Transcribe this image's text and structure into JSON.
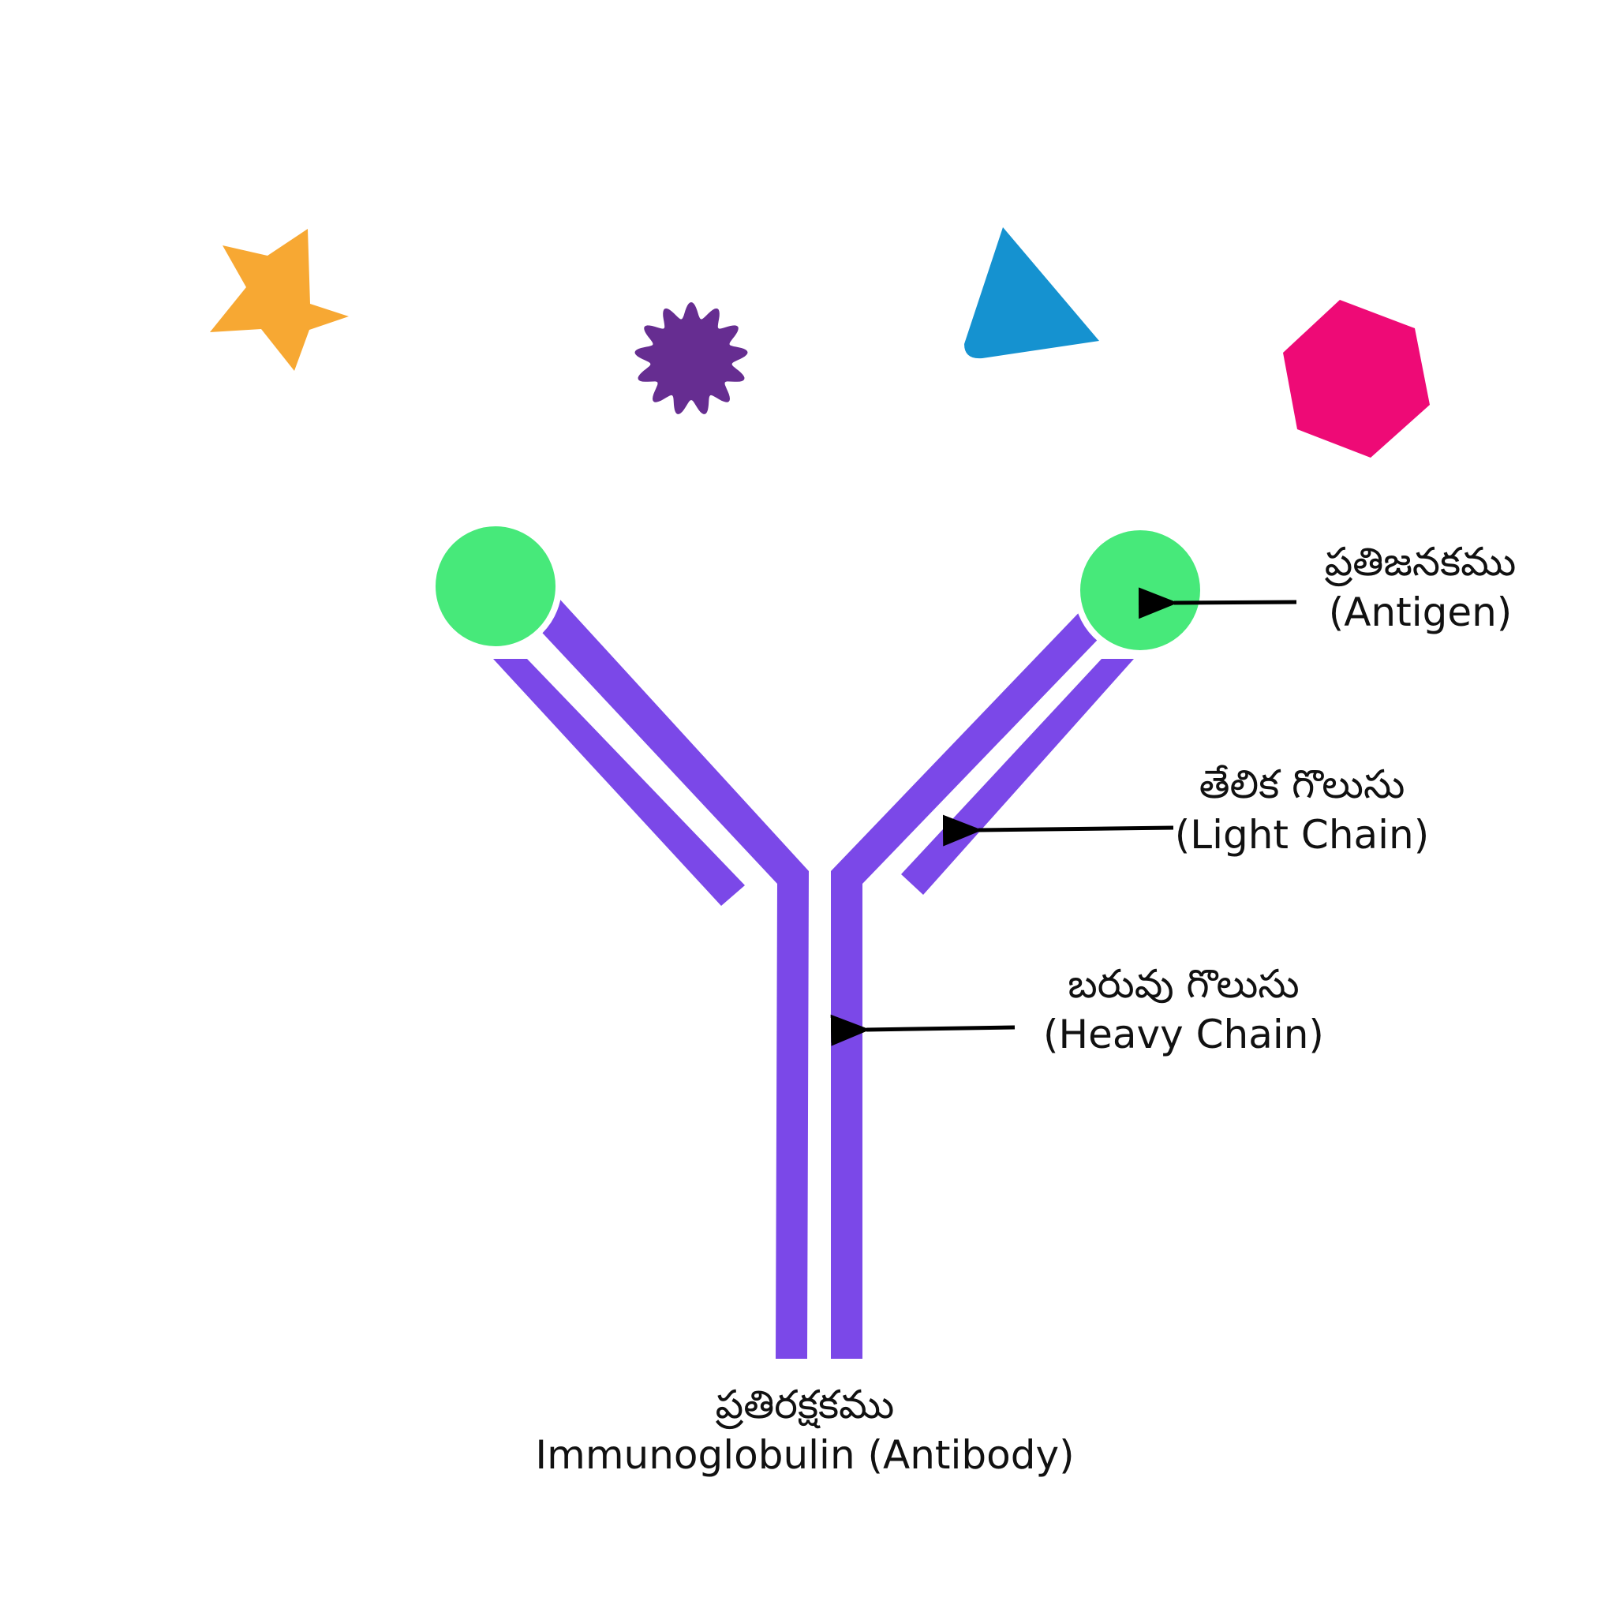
{
  "labels": {
    "antigen": {
      "telugu": "ప్రతిజనకము",
      "english": "(Antigen)"
    },
    "light_chain": {
      "telugu": "తేలిక గొలుసు",
      "english": "(Light Chain)"
    },
    "heavy_chain": {
      "telugu": "బరువు గొలుసు",
      "english": "(Heavy Chain)"
    },
    "antibody": {
      "telugu": "ప్రతిరక్షకము",
      "english": "Immunoglobulin (Antibody)"
    }
  },
  "colors": {
    "antibody_chain": "#7b48e8",
    "antigen_site": "#47e97a",
    "star": "#f7a833",
    "spiky_ball": "#662d91",
    "triangle": "#1592d0",
    "hexagon": "#ee0a76",
    "arrow": "#000000"
  },
  "icons": [
    "star-shape",
    "spiky-ball-shape",
    "triangle-shape",
    "hexagon-shape"
  ]
}
